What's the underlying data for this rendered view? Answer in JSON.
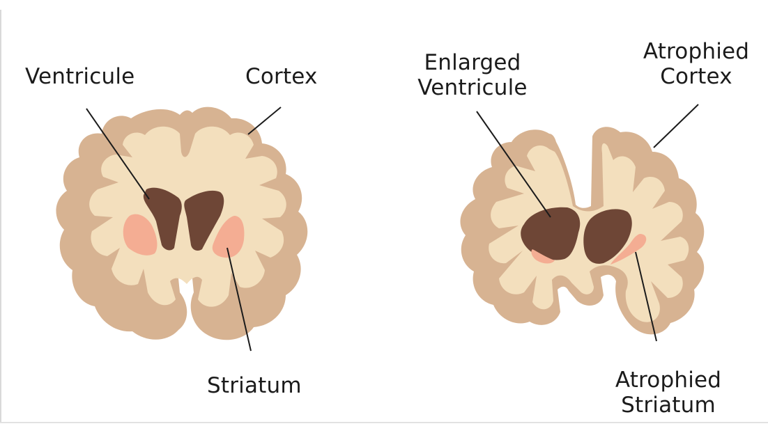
{
  "colors": {
    "cortex": "#d7b392",
    "white_matter": "#f3dfbd",
    "ventricle": "#6e4636",
    "striatum": "#f4ad93",
    "leader_line": "#1b1b1b",
    "text": "#1b1b1b"
  },
  "left_brain": {
    "ventricle_label": "Ventricule",
    "cortex_label": "Cortex",
    "striatum_label": "Striatum"
  },
  "right_brain": {
    "ventricle_label": [
      "Enlarged",
      "Ventricule"
    ],
    "cortex_label": [
      "Atrophied",
      "Cortex"
    ],
    "striatum_label": [
      "Atrophied",
      "Striatum"
    ]
  }
}
